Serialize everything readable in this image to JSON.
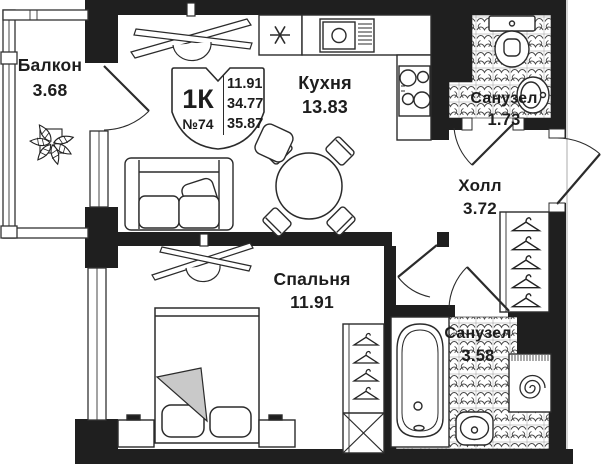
{
  "unit_card": {
    "type_label": "1К",
    "number": "№74",
    "area_living": "11.91",
    "area_main": "34.77",
    "area_total": "35.87"
  },
  "rooms": {
    "balcony": {
      "name": "Балкон",
      "area": "3.68"
    },
    "kitchen": {
      "name": "Кухня",
      "area": "13.83"
    },
    "bathroom_small": {
      "name": "Санузел",
      "area": "1.73"
    },
    "hall": {
      "name": "Холл",
      "area": "3.72"
    },
    "bedroom": {
      "name": "Спальня",
      "area": "11.91"
    },
    "bathroom_big": {
      "name": "Санузел",
      "area": "3.58"
    }
  },
  "colors": {
    "wall": "#1f1f1f",
    "line": "#2b2b2b",
    "text": "#1d1d1d",
    "blanket": "#c9c9c9"
  }
}
